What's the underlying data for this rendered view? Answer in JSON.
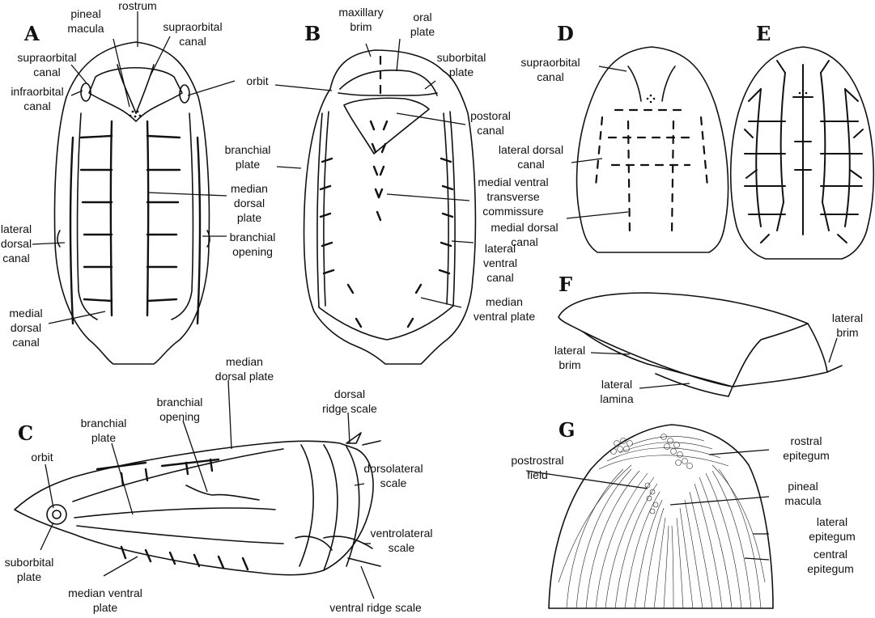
{
  "panels": {
    "A": {
      "letter": "A",
      "labels": {
        "rostrum": "rostrum",
        "pineal_1": "pineal",
        "pineal_2": "macula",
        "supraorbital_r_1": "supraorbital",
        "supraorbital_r_2": "canal",
        "supraorbital_l_1": "supraorbital",
        "supraorbital_l_2": "canal",
        "infraorbital_1": "infraorbital",
        "infraorbital_2": "canal",
        "median_dorsal_1": "median",
        "median_dorsal_2": "dorsal",
        "median_dorsal_3": "plate",
        "lateral_dorsal_1": "lateral",
        "lateral_dorsal_2": "dorsal",
        "lateral_dorsal_3": "canal",
        "branchial_opening_1": "branchial",
        "branchial_opening_2": "opening",
        "medial_dorsal_1": "medial",
        "medial_dorsal_2": "dorsal",
        "medial_dorsal_3": "canal"
      }
    },
    "B": {
      "letter": "B",
      "labels": {
        "maxillary_1": "maxillary",
        "maxillary_2": "brim",
        "oral_1": "oral",
        "oral_2": "plate",
        "suborbital_1": "suborbital",
        "suborbital_2": "plate",
        "orbit": "orbit",
        "postoral_1": "postoral",
        "postoral_2": "canal",
        "branchial_plate_1": "branchial",
        "branchial_plate_2": "plate",
        "mvtc_1": "medial ventral",
        "mvtc_2": "transverse",
        "mvtc_3": "commissure",
        "lateral_ventral_1": "lateral",
        "lateral_ventral_2": "ventral",
        "lateral_ventral_3": "canal",
        "median_ventral_1": "median",
        "median_ventral_2": "ventral plate"
      }
    },
    "C": {
      "letter": "C",
      "labels": {
        "median_dorsal_1": "median",
        "median_dorsal_2": "dorsal plate",
        "dorsal_ridge_1": "dorsal",
        "dorsal_ridge_2": "ridge scale",
        "branchial_opening_1": "branchial",
        "branchial_opening_2": "opening",
        "branchial_plate_1": "branchial",
        "branchial_plate_2": "plate",
        "orbit": "orbit",
        "dorsolateral_1": "dorsolateral",
        "dorsolateral_2": "scale",
        "ventrolateral_1": "ventrolateral",
        "ventrolateral_2": "scale",
        "suborbital_1": "suborbital",
        "suborbital_2": "plate",
        "median_ventral_1": "median ventral",
        "median_ventral_2": "plate",
        "ventral_ridge": "ventral ridge scale"
      }
    },
    "D": {
      "letter": "D",
      "labels": {
        "supraorbital_1": "supraorbital",
        "supraorbital_2": "canal",
        "lateral_dorsal_1": "lateral dorsal",
        "lateral_dorsal_2": "canal",
        "medial_dorsal_1": "medial dorsal",
        "medial_dorsal_2": "canal"
      }
    },
    "E": {
      "letter": "E"
    },
    "F": {
      "letter": "F",
      "labels": {
        "lateral_brim_r_1": "lateral",
        "lateral_brim_r_2": "brim",
        "lateral_brim_l_1": "lateral",
        "lateral_brim_l_2": "brim",
        "lateral_lamina_1": "lateral",
        "lateral_lamina_2": "lamina"
      }
    },
    "G": {
      "letter": "G",
      "labels": {
        "postrostral_1": "postrostral",
        "postrostral_2": "field",
        "rostral_1": "rostral",
        "rostral_2": "epitegum",
        "pineal_1": "pineal",
        "pineal_2": "macula",
        "lateral_ep_1": "lateral",
        "lateral_ep_2": "epitegum",
        "central_ep_1": "central",
        "central_ep_2": "epitegum"
      }
    }
  }
}
